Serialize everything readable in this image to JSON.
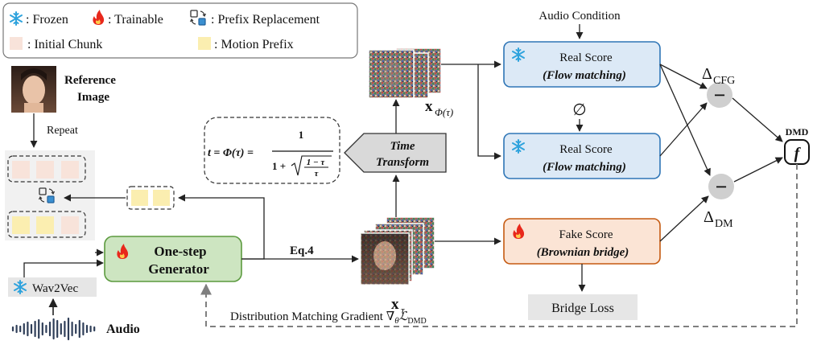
{
  "legend": {
    "frozen": ": Frozen",
    "trainable": ": Trainable",
    "prefix_replacement": ": Prefix Replacement",
    "initial_chunk": ": Initial Chunk",
    "motion_prefix": ": Motion Prefix"
  },
  "reference": {
    "line1": "Reference",
    "line2": "Image",
    "repeat": "Repeat"
  },
  "generator": {
    "line1": "One-step",
    "line2": "Generator"
  },
  "wav2vec": "Wav2Vec",
  "audio": "Audio",
  "eq_label": "Eq.4",
  "time_transform": {
    "line1": "Time",
    "line2": "Transform"
  },
  "formula": {
    "lhs": "t = Φ(τ) =",
    "numerator": "1",
    "denom_prefix": "1 +",
    "sqrt_num": "1 − τ",
    "sqrt_den": "τ"
  },
  "x_phi": {
    "base": "x",
    "sub": "Φ(τ)"
  },
  "x_tau": {
    "base": "x",
    "sub": "τ"
  },
  "audio_condition": "Audio Condition",
  "empty_set": "∅",
  "real_score_1": {
    "title": "Real Score",
    "subtitle": "(Flow matching)"
  },
  "real_score_2": {
    "title": "Real Score",
    "subtitle": "(Flow matching)"
  },
  "fake_score": {
    "title": "Fake Score",
    "subtitle": "(Brownian bridge)"
  },
  "bridge_loss": "Bridge Loss",
  "delta_cfg": {
    "base": "Δ",
    "sub": "CFG"
  },
  "delta_dm": {
    "base": "Δ",
    "sub": "DM"
  },
  "minus_symbol": "−",
  "dmd_label": "DMD",
  "f_symbol": "f",
  "dmg": {
    "text": "Distribution Matching Gradient ∇",
    "theta": "θ",
    "L": "ℒ",
    "sub": "DMD"
  },
  "colors": {
    "blue_fill": "#dce9f6",
    "blue_stroke": "#2e75b6",
    "green_fill": "#cde5c1",
    "green_stroke": "#5b9a3e",
    "fake_fill": "#fbe4d5",
    "fake_stroke": "#c55a11",
    "initial_chunk": "#f8e3da",
    "motion_prefix": "#fbeeb0",
    "snow": "#2fa3dd",
    "flame": "#e8281c"
  }
}
